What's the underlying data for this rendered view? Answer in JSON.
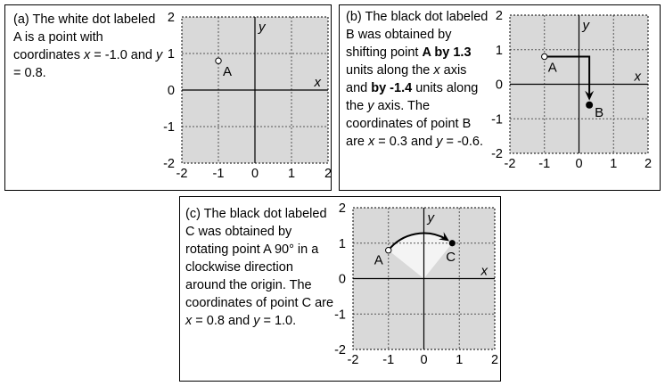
{
  "panel_a": {
    "caption": {
      "p1": "(a) The white dot labeled A is a point with coordinates ",
      "x_var": "x",
      "p2": " = -1.0 and ",
      "y_var": "y",
      "p3": " = 0.8."
    },
    "point_label": "A",
    "point": {
      "x": -1.0,
      "y": 0.8
    }
  },
  "panel_b": {
    "caption": {
      "p1": "(b) The black dot labeled B was obtained by shifting point ",
      "b1": "A by 1.3",
      "p2": " units along the ",
      "x_var": "x",
      "p3": " axis and ",
      "b2": "by -1.4",
      "p4": " units along the ",
      "y_var": "y",
      "p5": " axis. The coordinates of point B are ",
      "x_var2": "x",
      "p6": " = 0.3 and ",
      "y_var2": "y",
      "p7": " = -0.6."
    },
    "point_a_label": "A",
    "point_b_label": "B",
    "point_a": {
      "x": -1.0,
      "y": 0.8
    },
    "point_b": {
      "x": 0.3,
      "y": -0.6
    }
  },
  "panel_c": {
    "caption": {
      "p1": "(c) The black dot labeled C was obtained by rotating point A 90° in a clockwise direction around the origin. The coordinates of point C are ",
      "x_var": "x",
      "p2": " = 0.8 and ",
      "y_var": "y",
      "p3": " = 1.0."
    },
    "point_a_label": "A",
    "point_c_label": "C",
    "point_a": {
      "x": -1.0,
      "y": 0.8
    },
    "point_c": {
      "x": 0.8,
      "y": 1.0
    }
  },
  "axes": {
    "x_label": "x",
    "y_label": "y",
    "ticks": [
      "-2",
      "-1",
      "0",
      "1",
      "2"
    ],
    "range": [
      -2,
      2
    ]
  },
  "colors": {
    "plot_bg": "#d9d9d9",
    "wedge": "#f4f4f4",
    "grid": "#555555",
    "ink": "#000000"
  }
}
